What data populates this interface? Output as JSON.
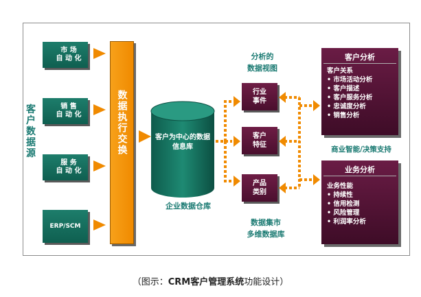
{
  "diagram": {
    "source_label": "客户数据源",
    "sources": [
      {
        "line1": "市 场",
        "line2": "自 动 化"
      },
      {
        "line1": "销 售",
        "line2": "自 动 化"
      },
      {
        "line1": "服 务",
        "line2": "自 动 化"
      },
      {
        "line1": "ERP/SCM",
        "line2": ""
      }
    ],
    "exchange_label": "数据执行交换",
    "warehouse_text": "客户为中心的数据信息库",
    "warehouse_label": "企业数据仓库",
    "views_title_1": "分析的",
    "views_title_2": "数据视图",
    "views": [
      {
        "line1": "行业",
        "line2": "事件"
      },
      {
        "line1": "客户",
        "line2": "特征"
      },
      {
        "line1": "产品",
        "line2": "类别"
      }
    ],
    "mart_label_1": "数据集市",
    "mart_label_2": "多维数据库",
    "customer_panel": {
      "title": "客户分析",
      "header_item": "客户关系",
      "items": [
        "• 市场活动分析",
        "• 客户描述",
        "• 客户服务分析",
        "• 忠诚度分析",
        "• 销售分析"
      ]
    },
    "bi_label": "商业智能/决策支持",
    "business_panel": {
      "title": "业务分析",
      "header_item": "业务性能",
      "items": [
        "• 持续性",
        "• 信用检测",
        "• 风险管理",
        "• 利润率分析"
      ]
    }
  },
  "caption": {
    "prefix": "（图示：",
    "bold": "CRM客户管理系统",
    "suffix": "功能设计）"
  },
  "colors": {
    "teal": "#1a7a72",
    "orange": "#f08a00",
    "maroon": "#5a1538",
    "green": "#14705f"
  }
}
